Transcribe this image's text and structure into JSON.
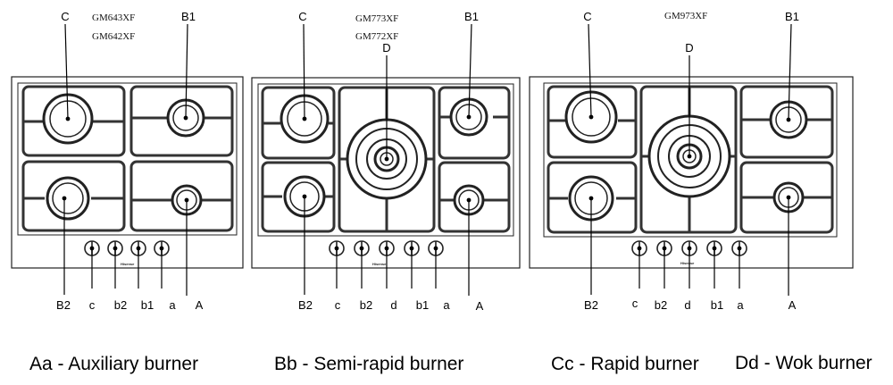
{
  "hobs": [
    {
      "models": [
        "GM643XF",
        "GM642XF"
      ],
      "top_labels": [
        "C",
        "B1"
      ],
      "bottom_labels": [
        "B2",
        "c",
        "b2",
        "b1",
        "a",
        "A"
      ]
    },
    {
      "models": [
        "GM773XF",
        "GM772XF"
      ],
      "top_labels": [
        "C",
        "D",
        "B1"
      ],
      "bottom_labels": [
        "B2",
        "c",
        "b2",
        "d",
        "b1",
        "a",
        "A"
      ]
    },
    {
      "models": [
        "GM973XF"
      ],
      "top_labels": [
        "C",
        "D",
        "B1"
      ],
      "bottom_labels": [
        "B2",
        "c",
        "b2",
        "d",
        "b1",
        "a",
        "A"
      ]
    }
  ],
  "brand_text": "Hisense",
  "legend": [
    "Aa - Auxiliary burner",
    "Bb - Semi-rapid burner",
    "Cc - Rapid burner",
    "Dd - Wok burner"
  ]
}
